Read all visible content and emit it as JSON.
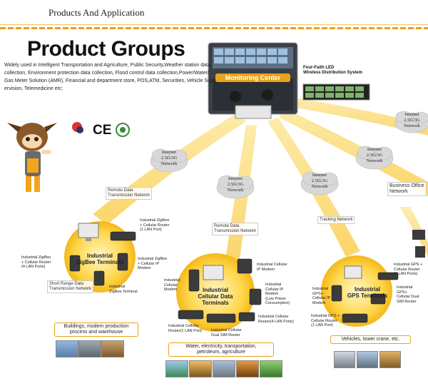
{
  "header": {
    "title": "Products And Application"
  },
  "main_title": "Product Groups",
  "intro": "Widely used in Intelligent Transportation and Agriculture, Public Security,Weather station data  collection, Environment protection data collection, Flood control data collection,Power/Water/ Gas Meter Solution (AMR), Financial and department store, POS,ATM, Securities, Vehicle Sup  ervision, Telemedicine etc;",
  "certs": {
    "ce": "CE"
  },
  "monitoring": {
    "label": "Monitoring Center",
    "led_label": "Four-Faith LED\nWireless Distribution System"
  },
  "network": {
    "clouds": [
      {
        "line1": "Internet",
        "line2": "2.5G/3G",
        "line3": "Network"
      },
      {
        "line1": "Internet",
        "line2": "2.5G/3G",
        "line3": "Network"
      },
      {
        "line1": "Internet",
        "line2": "2.5G/3G",
        "line3": "Network"
      },
      {
        "line1": "Internet",
        "line2": "2.5G/3G",
        "line3": "Network"
      },
      {
        "line1": "Internet",
        "line2": "2.5G/3G",
        "line3": "Network"
      }
    ],
    "remote1": "Remote Data\nTransmission Network",
    "remote2": "Remote Data\nTransmission Network",
    "tracking": "Tracking Network",
    "business": "Business Office\nNetwork",
    "short_range": "Short Range Data\nTransmission Network"
  },
  "zigbee": {
    "title": "Industrial\nZigBee Terminals",
    "labels": {
      "router": "Industrial ZigBee\n+ Cellular Router\n(1 LAN Port)",
      "router4": "Industrial ZigBee\n+ Cellular Router\n(4 LAN Ports)",
      "modem": "Industrial ZigBee\n+ Cellular IP\nModem",
      "terminal": "Industrial\nZigBee Terminal"
    },
    "caption": "Buildings, modern production\nprocess and warehouse"
  },
  "cellular": {
    "title": "Industrial\nCellular Data\nTerminals",
    "labels": {
      "ipmodem": "Industrial Cellular\nIP  Modem",
      "modem": "Industrial\nCellular\nModem",
      "lowpower": "Industrial\nCellular IP\nModem\n(Low Power\nConsumption)",
      "router1": "Industrial Cellular\nRouter(1 LAN Port)",
      "dualsim": "Industrial Cellular\nDual SIM Router",
      "router4": "Industrial Cellular\nRouter(4 LAN Ports)"
    },
    "caption": "Water, electricity, transportation,\npetroleum, agriculture"
  },
  "gps": {
    "title": "Industrial\nGPS Terminals",
    "labels": {
      "router4": "Industrial GPS +\nCellular Router\n(4 LAN Ports)",
      "modem": "Industrial\nGPS+\nCellular IP\nModem",
      "router1": "Industrial GPS +\nCellular Router\n(1 LAN Port)",
      "dualsim": "Industrial\nGPS+\nCellular Dual\nSIM Router"
    },
    "caption": "Vehicles, tower crane, etc."
  },
  "colors": {
    "accent": "#e8a317",
    "beam": "#fbd86a",
    "circle": "#ffd24a"
  }
}
